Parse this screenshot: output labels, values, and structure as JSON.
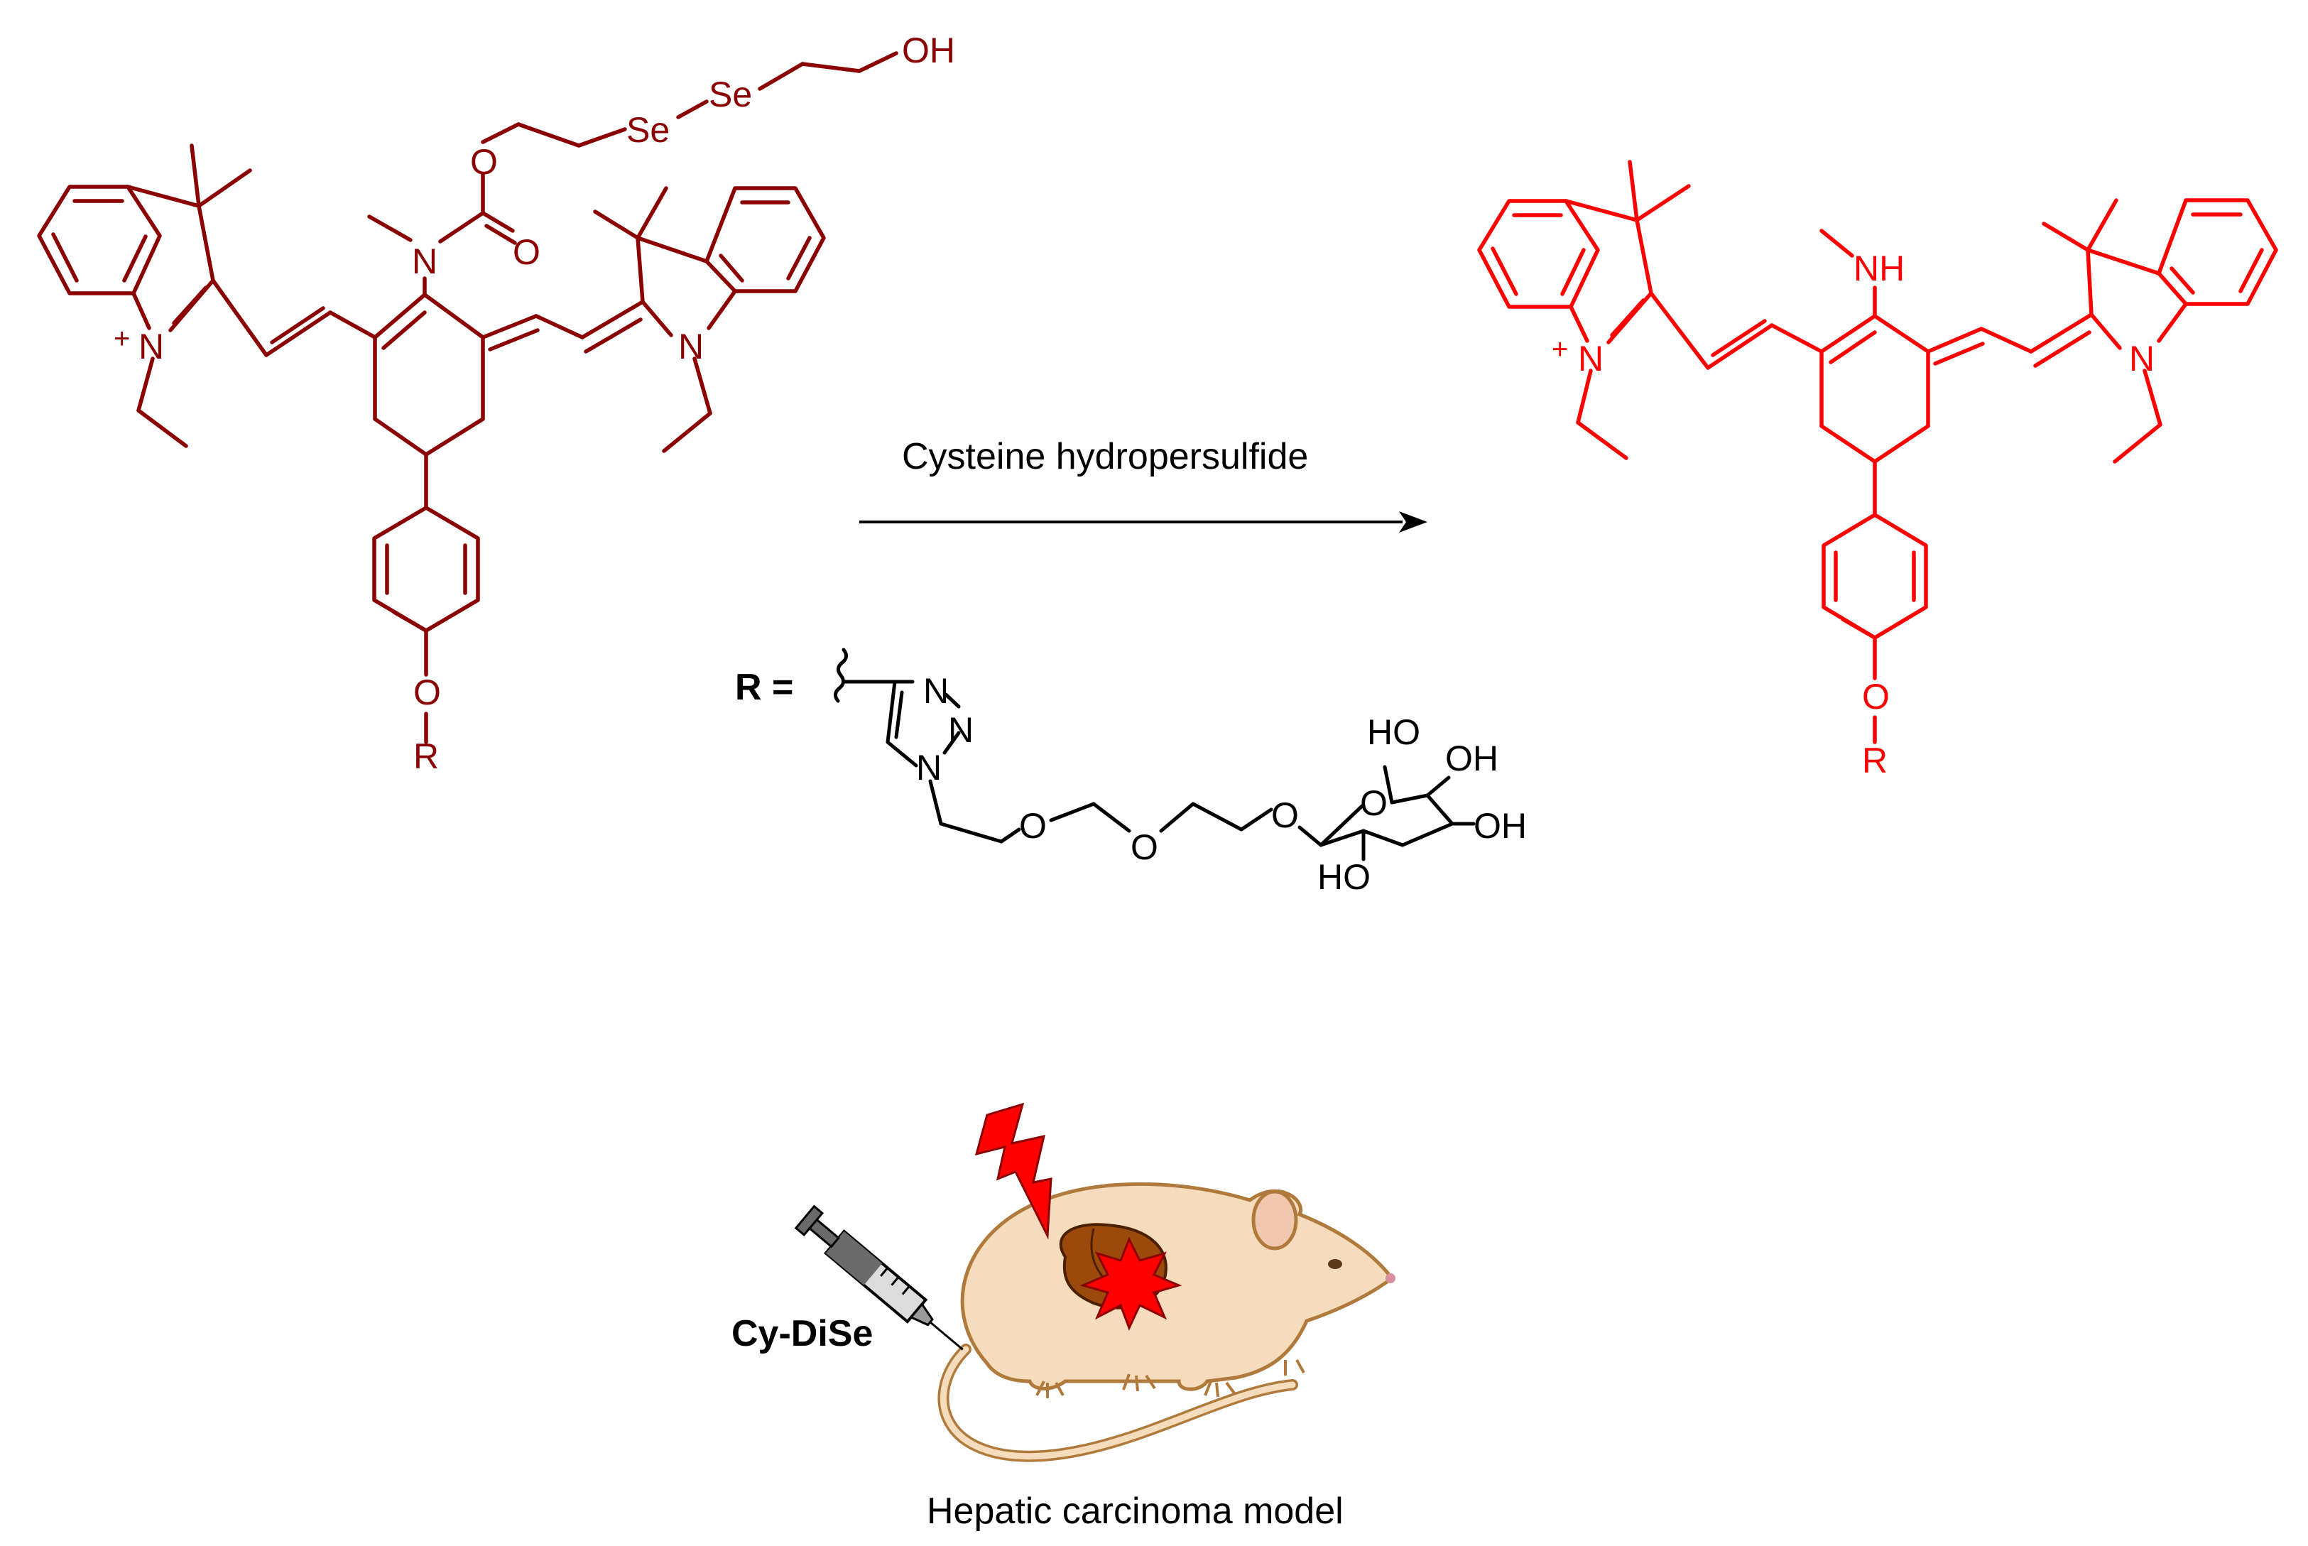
{
  "colors": {
    "reactant": "#8b0000",
    "product": "#ff0000",
    "reagent": "#000000",
    "mouse_body": "#f5dcbc",
    "mouse_outline": "#b07a3c",
    "liver": "#9b4a0c",
    "bolt": "#ff0000"
  },
  "reaction": {
    "reagent_label": "Cysteine hydropersulfide"
  },
  "reactant": {
    "atoms": {
      "oh": "OH",
      "se_left": "Se",
      "se_right": "Se",
      "o_ester": "O",
      "o_carbonyl": "O",
      "n_carbamate": "N",
      "n_plus": "N",
      "plus": "+",
      "n_right": "N",
      "o_ether": "O",
      "r": "R"
    }
  },
  "product": {
    "atoms": {
      "nh": "NH",
      "n_plus": "N",
      "plus": "+",
      "n_right": "N",
      "o_ether": "O",
      "r": "R"
    }
  },
  "r_group": {
    "r_label": "R =",
    "atoms": {
      "n1": "N",
      "n2": "N",
      "n3": "N",
      "o1": "O",
      "o2": "O",
      "o3": "O",
      "o_ring": "O",
      "ho_top": "HO",
      "oh_top": "OH",
      "oh_right": "OH",
      "ho_bottom": "HO"
    }
  },
  "illustration": {
    "probe_label": "Cy-DiSe",
    "model_caption": "Hepatic carcinoma model",
    "icons": [
      "syringe-icon",
      "mouse-icon",
      "liver-icon",
      "tumor-icon",
      "lightning-icon"
    ]
  }
}
